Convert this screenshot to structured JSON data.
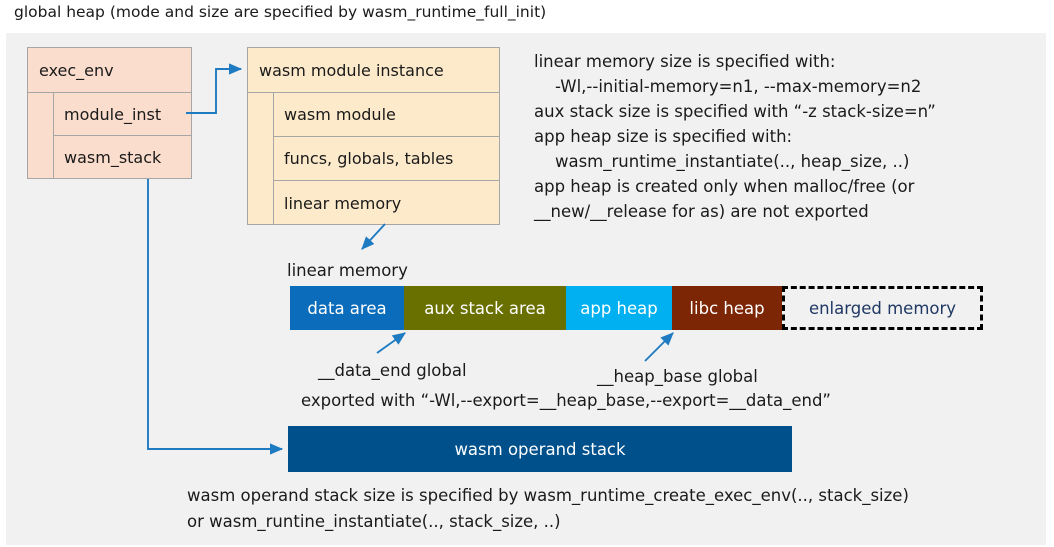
{
  "title": "global heap (mode and size are specified by wasm_runtime_full_init)",
  "colors": {
    "panel_bg": "#f1f1f1",
    "exec_env_fill": "#fbddcd",
    "module_instance_fill": "#fdeacb",
    "box_border": "#a6a6a6",
    "arrow": "#1f7bc1",
    "data_area": "#0b6cbb",
    "aux_stack_area": "#6a7000",
    "app_heap": "#00b0f0",
    "libc_heap": "#7c2605",
    "enlarged_memory_text": "#1f3864",
    "operand_stack": "#00508c"
  },
  "exec_env": {
    "header": "exec_env",
    "fields": [
      "module_inst",
      "wasm_stack"
    ]
  },
  "module_instance": {
    "header": "wasm module instance",
    "fields": [
      "wasm module",
      "funcs, globals, tables",
      "linear memory"
    ]
  },
  "notes": {
    "right_block": "linear memory size is specified with:\n    -Wl,--initial-memory=n1, --max-memory=n2\naux stack size is specified with “-z stack-size=n”\napp heap size is specified with:\n    wasm_runtime_instantiate(.., heap_size, ..)\napp heap is created only when malloc/free (or\n__new/__release for as) are not exported",
    "linear_memory_label": "linear memory",
    "data_end_global": "__data_end global",
    "heap_base_global": "__heap_base global",
    "exported_with": "exported with “-Wl,--export=__heap_base,--export=__data_end”",
    "bottom_block": "wasm operand stack size is specified by wasm_runtime_create_exec_env(.., stack_size)\nor wasm_runtine_instantiate(.., stack_size, ..)"
  },
  "memory_bar": {
    "segments": [
      {
        "label": "data area",
        "color": "#0b6cbb"
      },
      {
        "label": "aux stack area",
        "color": "#6a7000"
      },
      {
        "label": "app heap",
        "color": "#00b0f0"
      },
      {
        "label": "libc heap",
        "color": "#7c2605"
      },
      {
        "label": "enlarged memory",
        "color": "#f1f1f1"
      }
    ]
  },
  "operand_stack": {
    "label": "wasm operand stack"
  }
}
